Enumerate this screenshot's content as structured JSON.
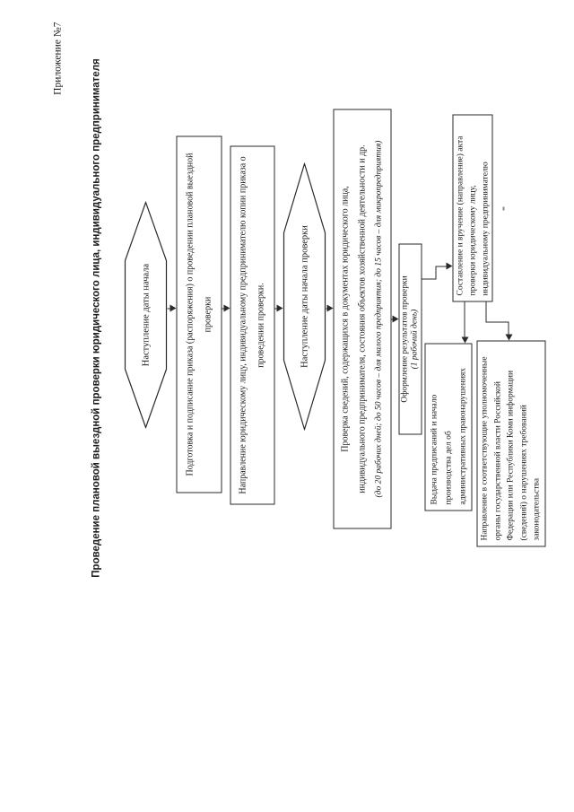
{
  "page": {
    "appendix_label": "Приложение №7",
    "title": "Проведение плановой выездной проверки юридического лица, индивидуального предпринимателя"
  },
  "colors": {
    "line": "#2a2a2a",
    "text": "#1c1c1c",
    "background": "#ffffff"
  },
  "flowchart": {
    "event_start": {
      "label": "Наступление даты начала"
    },
    "step_prepare_order": {
      "line1": "Подготовка и подписание приказа (распоряжения) о проведении плановой выездной",
      "line2": "проверки"
    },
    "step_send_copy": {
      "line1": "Направление юридическому лицу, индивидуальному предпринимателю копии приказа о",
      "line2": "проведении проверки."
    },
    "event_check_start": {
      "label": "Наступление даты начала проверки"
    },
    "step_inspection": {
      "line1": "Проверка сведений, содержащихся в документах юридического лица,",
      "line2": "индивидуального предпринимателя, состояния объектов хозяйственной деятельности и др.",
      "line3": "(до 20 рабочих дней; до 50 часов – для малого предприятия; до 15 часов – для микропредприятия)"
    },
    "step_results": {
      "line1": "Оформление результатов проверки",
      "line2": "(1 рабочий день)"
    },
    "step_act": {
      "line1": "Составление и вручение (направление) акта",
      "line2": "проверки юридическому лицу,",
      "line3": "индивидуальному предпринимателю"
    },
    "step_orders": {
      "line1": "Выдача предписаний и начало",
      "line2": "производства дел об",
      "line3": "административных правонарушениях"
    },
    "step_notify": {
      "line1": "Направление в соответствующие уполномоченные",
      "line2": "органы государственной власти Российской",
      "line3": "Федерации или Республики Коми информации",
      "line4": "(сведений) о нарушениях требований",
      "line5": "законодательства"
    }
  }
}
